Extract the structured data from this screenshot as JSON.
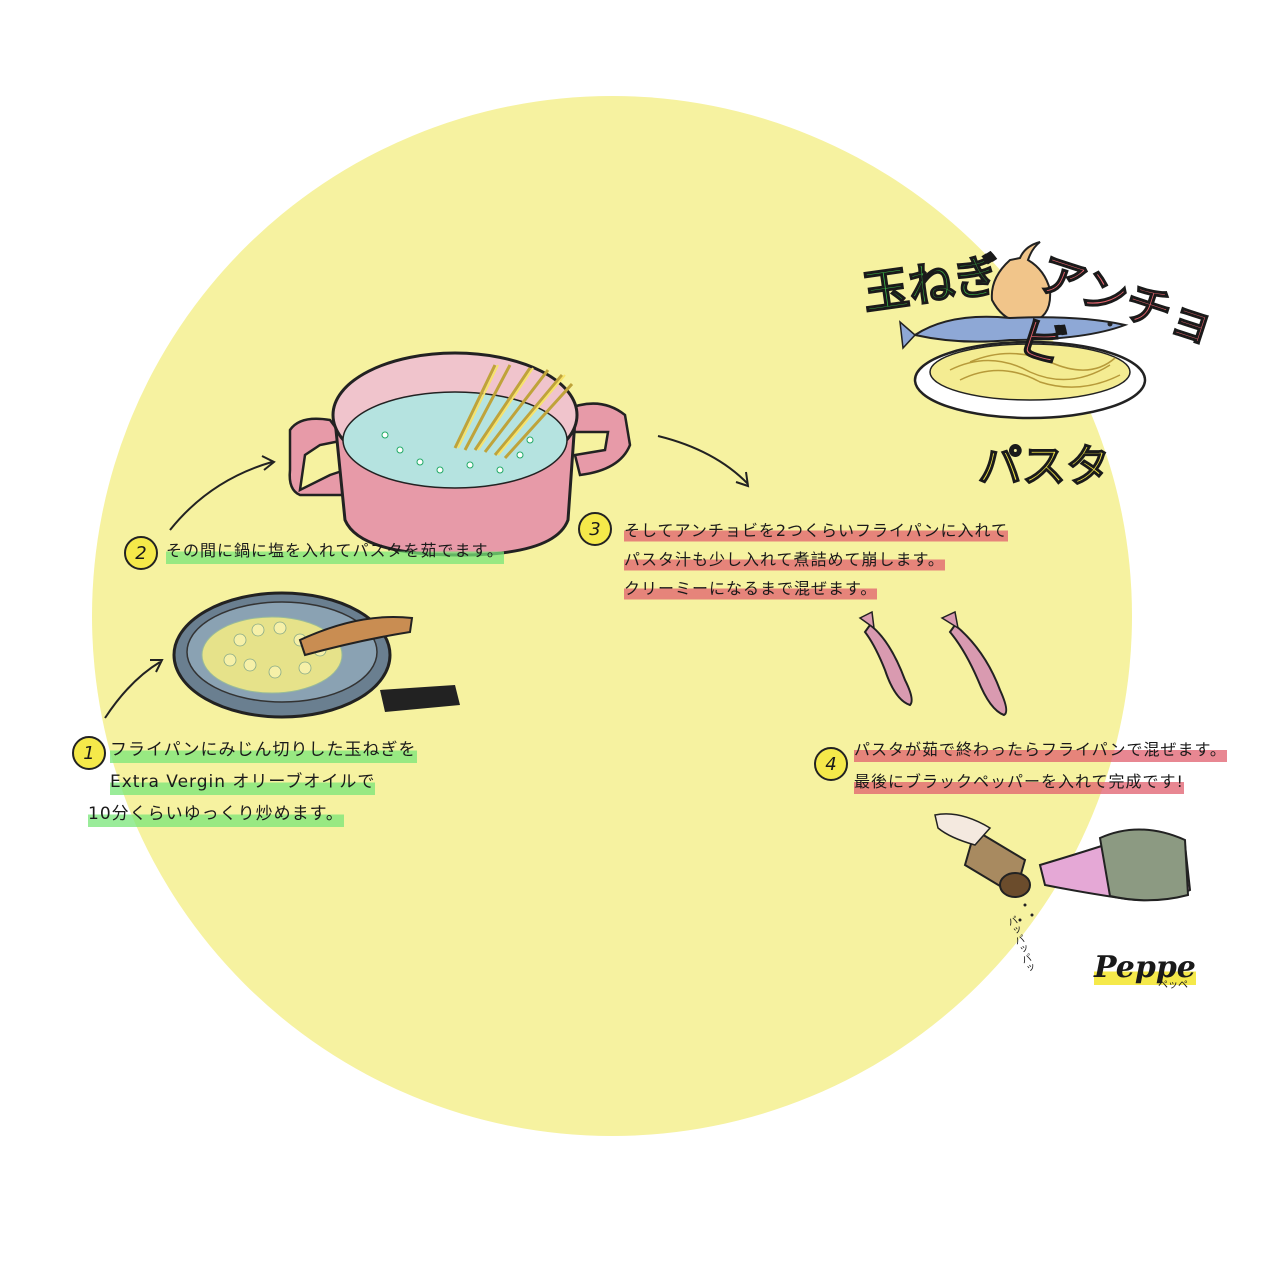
{
  "title": {
    "onion": "玉ねぎ",
    "anchovy": "アンチョビ",
    "pasta": "パスタ"
  },
  "steps": [
    {
      "number": "1",
      "lines": [
        "フライパンにみじん切りした玉ねぎを",
        "Extra Vergin オリーブオイルで",
        "10分くらいゆっくり炒めます。"
      ]
    },
    {
      "number": "2",
      "lines": [
        "その間に鍋に塩を入れてパスタを茹でます。"
      ]
    },
    {
      "number": "3",
      "lines": [
        "そしてアンチョビを2つくらいフライパンに入れて",
        "パスタ汁も少し入れて煮詰めて崩します。",
        "クリーミーになるまで混ぜます。"
      ]
    },
    {
      "number": "4",
      "lines": [
        "パスタが茹で終わったらフライパンで混ぜます。",
        "最後にブラックペッパーを入れて完成です!"
      ]
    }
  ],
  "signature": {
    "name": "Peppe",
    "kana": "ペッペ"
  },
  "sfx": {
    "pepper": "パッパッパッ"
  },
  "colors": {
    "circle": "#f6f2a0",
    "onion_title": "#3fc34a",
    "anchovy_title": "#e8656f",
    "pasta_title": "#f3e64a",
    "marker_green": "#78e678",
    "marker_red": "#e15f6e",
    "number_badge": "#f5e94a"
  }
}
